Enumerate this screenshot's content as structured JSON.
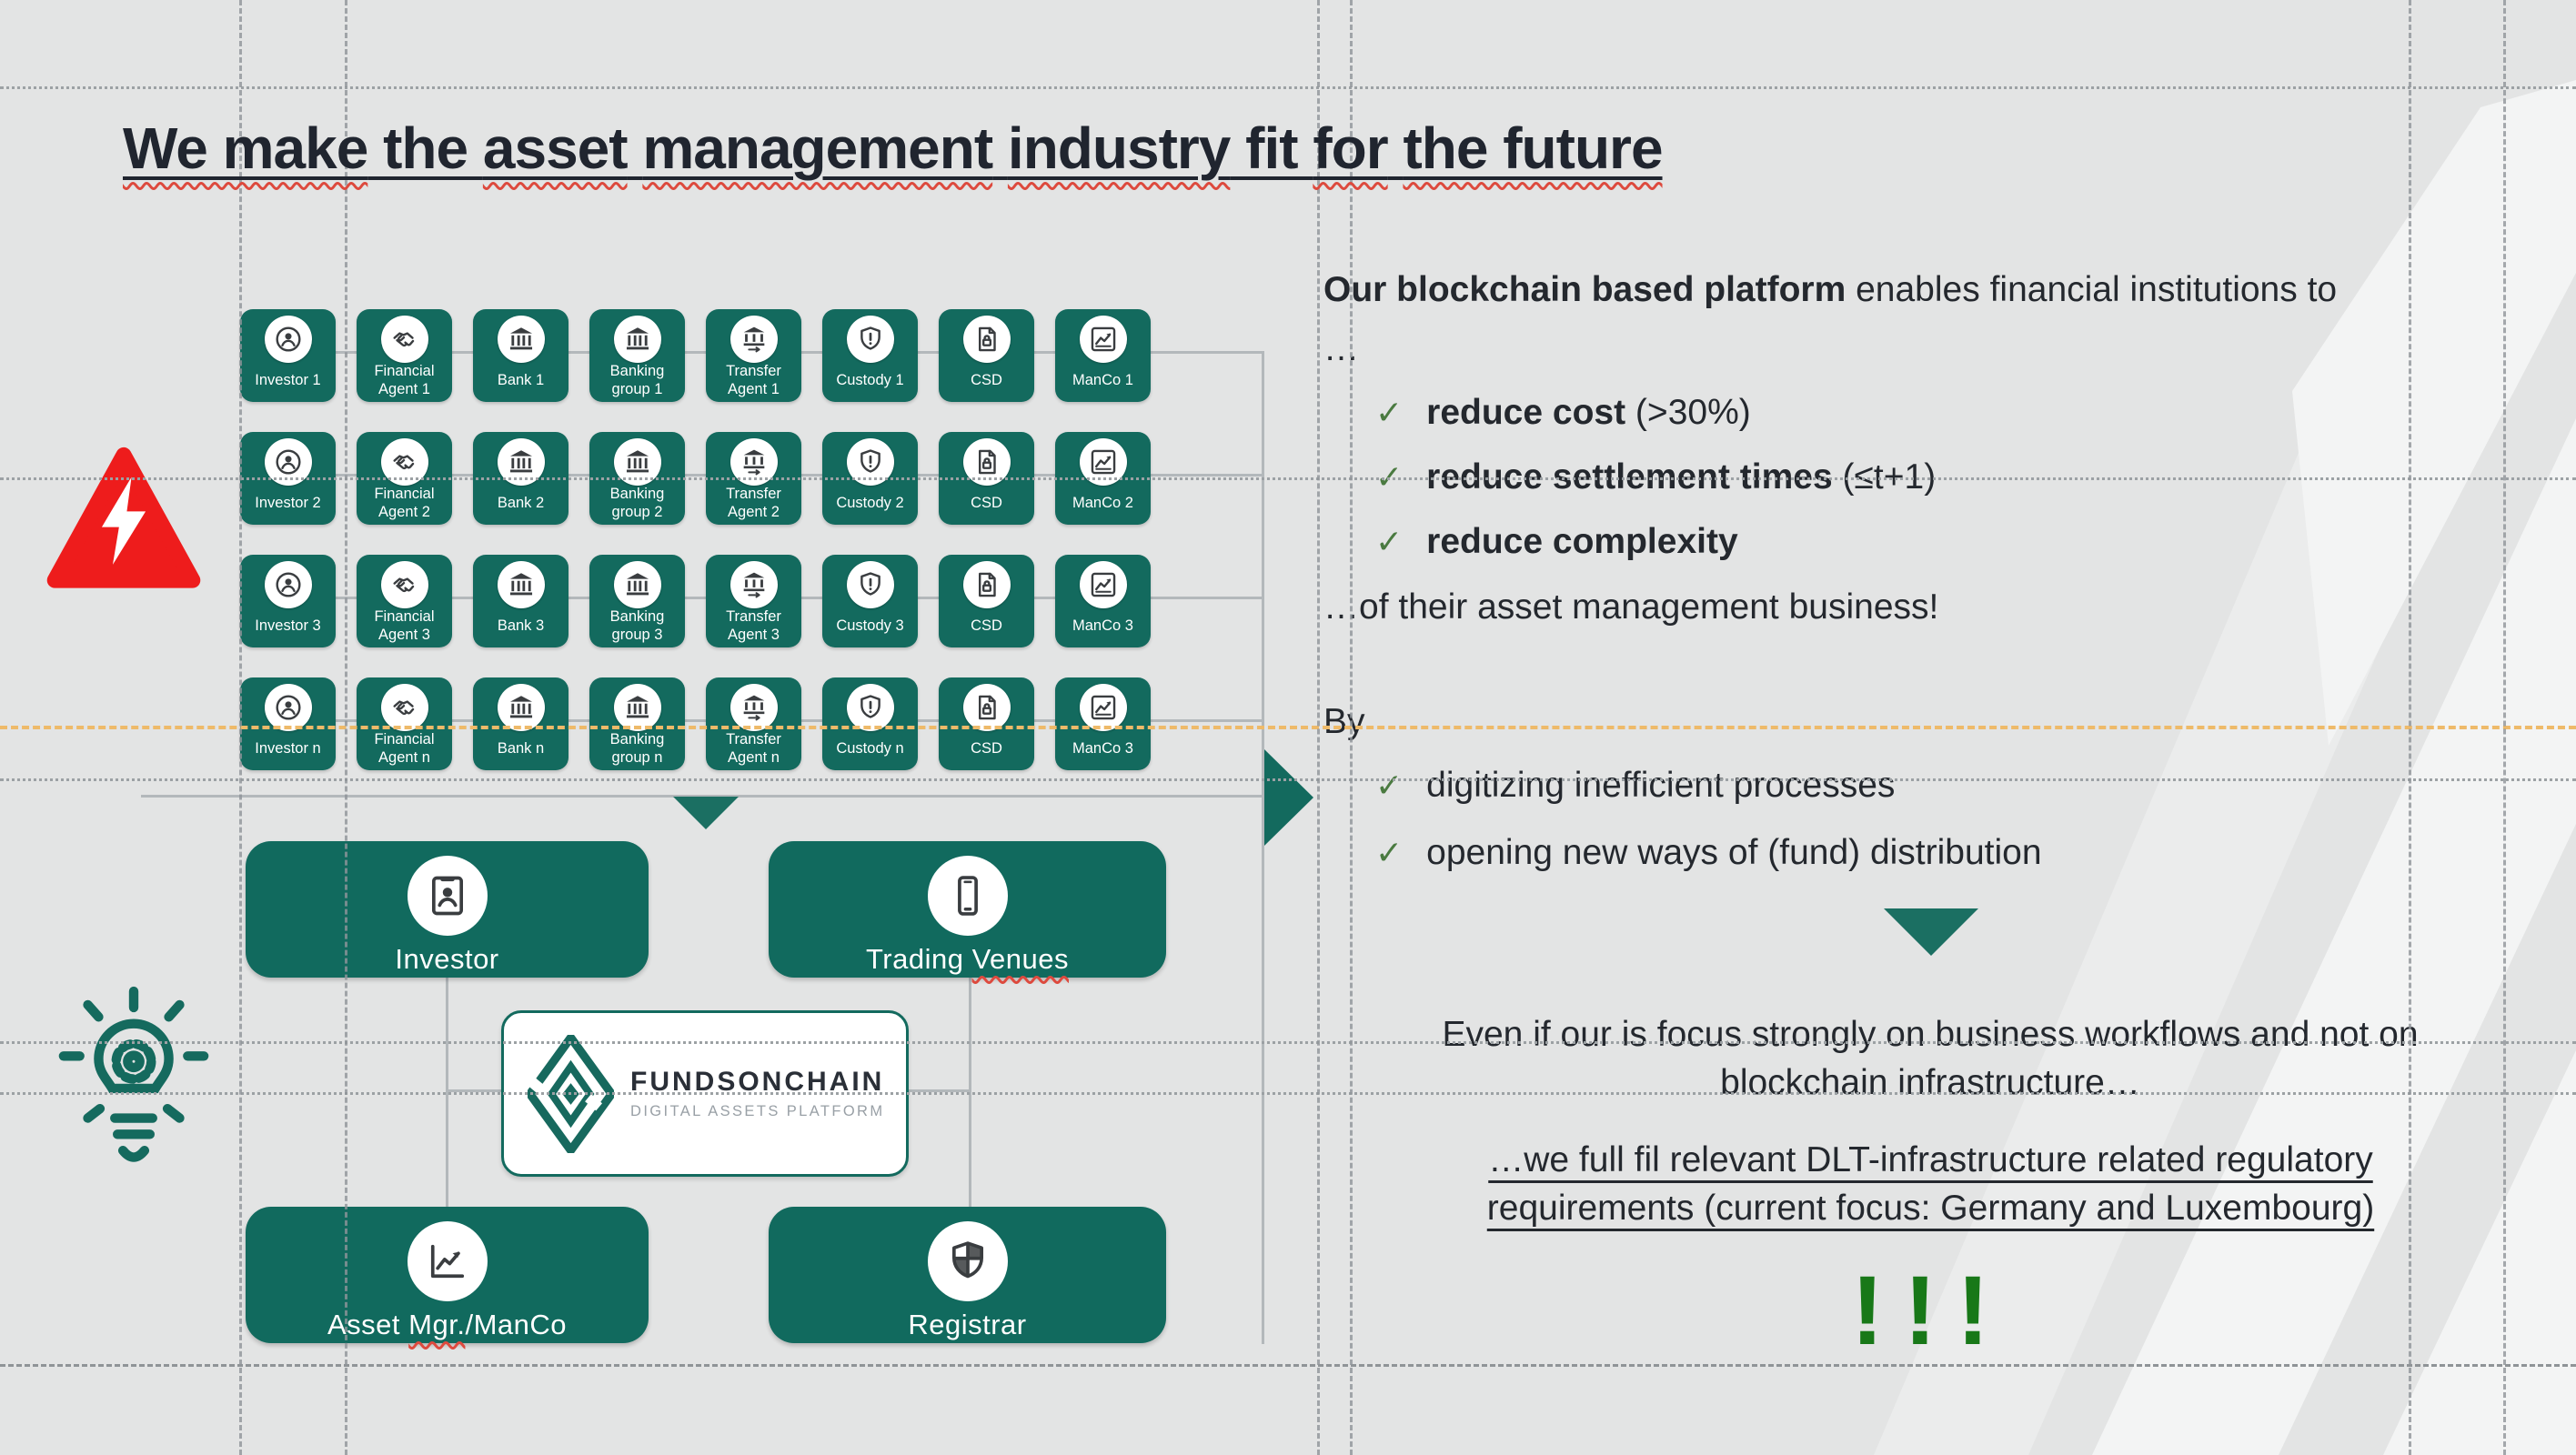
{
  "colors": {
    "teal": "#136a5e",
    "check_green": "#4a7a40",
    "excl_green": "#187818",
    "alert_red": "#ee1c1c",
    "guide_orange": "#eeba69"
  },
  "title": {
    "segments": [
      {
        "t": "We make",
        "w": 1
      },
      {
        "t": " the ",
        "w": 0
      },
      {
        "t": "asset",
        "w": 1
      },
      {
        "t": " ",
        "w": 0
      },
      {
        "t": "management",
        "w": 1
      },
      {
        "t": " ",
        "w": 0
      },
      {
        "t": "industry",
        "w": 1
      },
      {
        "t": " fit ",
        "w": 0
      },
      {
        "t": "for",
        "w": 1
      },
      {
        "t": " ",
        "w": 0
      },
      {
        "t": "the future",
        "w": 1
      }
    ]
  },
  "grid": {
    "column_icons": [
      "person",
      "handshake",
      "bank",
      "bank",
      "transfer",
      "shield",
      "doclock",
      "chart"
    ],
    "rows": [
      [
        "Investor 1",
        "Financial Agent 1",
        "Bank 1",
        "Banking group 1",
        "Transfer Agent 1",
        "Custody 1",
        "CSD",
        "ManCo 1"
      ],
      [
        "Investor 2",
        "Financial Agent 2",
        "Bank 2",
        "Banking group 2",
        "Transfer Agent 2",
        "Custody 2",
        "CSD",
        "ManCo 2"
      ],
      [
        "Investor 3",
        "Financial Agent 3",
        "Bank 3",
        "Banking group 3",
        "Transfer Agent 3",
        "Custody 3",
        "CSD",
        "ManCo 3"
      ],
      [
        "Investor n",
        "Financial Agent n",
        "Bank n",
        "Banking group n",
        "Transfer Agent n",
        "Custody n",
        "CSD",
        "ManCo 3"
      ]
    ]
  },
  "nodes": [
    {
      "key": "investor",
      "icon": "idbadge",
      "parts": [
        {
          "t": "Investor",
          "w": 0
        }
      ]
    },
    {
      "key": "trading-venues",
      "icon": "phone",
      "parts": [
        {
          "t": "Trading ",
          "w": 0
        },
        {
          "t": "Venues",
          "w": 1
        }
      ]
    },
    {
      "key": "asset-manco",
      "icon": "chartbig",
      "parts": [
        {
          "t": "Asset ",
          "w": 0
        },
        {
          "t": "Mgr.",
          "w": 1
        },
        {
          "t": "/ManCo",
          "w": 0
        }
      ]
    },
    {
      "key": "registrar",
      "icon": "shieldquad",
      "parts": [
        {
          "t": "Registrar",
          "w": 0
        }
      ]
    }
  ],
  "logo": {
    "name": "FUNDSONCHAIN",
    "tagline": "DIGITAL ASSETS PLATFORM"
  },
  "right": {
    "intro_bold": "Our blockchain based platform",
    "intro_rest": " enables financial institutions to",
    "ellipsis": "…",
    "check_glyph": "✓",
    "benefits": [
      {
        "bold": "reduce cost",
        "rest": " (>30%)"
      },
      {
        "bold": "reduce settlement times",
        "rest": " (≤t+1)"
      },
      {
        "bold": "reduce complexity",
        "rest": ""
      }
    ],
    "outro": "…of their asset management business!",
    "by_label": "By",
    "by_items": [
      "digitizing inefficient processes",
      "opening new ways of (fund) distribution"
    ],
    "even_text": "Even if our is focus strongly on business workflows and not on blockchain infrastructure…",
    "underlined_text": "…we full fil relevant DLT-infrastructure related regulatory requirements (current focus: Germany and Luxembourg)",
    "exclamation": "!!!"
  }
}
